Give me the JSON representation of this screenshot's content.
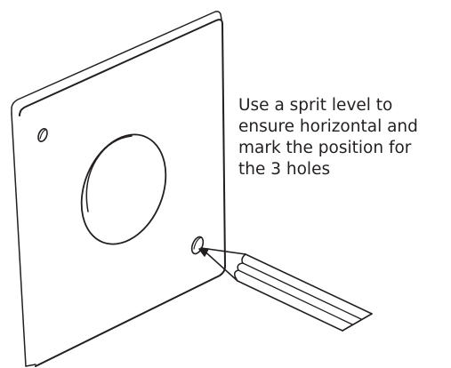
{
  "instruction": {
    "lines": [
      "Use a sprit level to",
      "ensure horizontal and",
      "mark the position for",
      "the 3 holes"
    ]
  },
  "colors": {
    "line": "#231f20",
    "background": "#ffffff"
  },
  "icons": {
    "plate": "wall-plate-icon",
    "pencil": "pencil-icon"
  }
}
